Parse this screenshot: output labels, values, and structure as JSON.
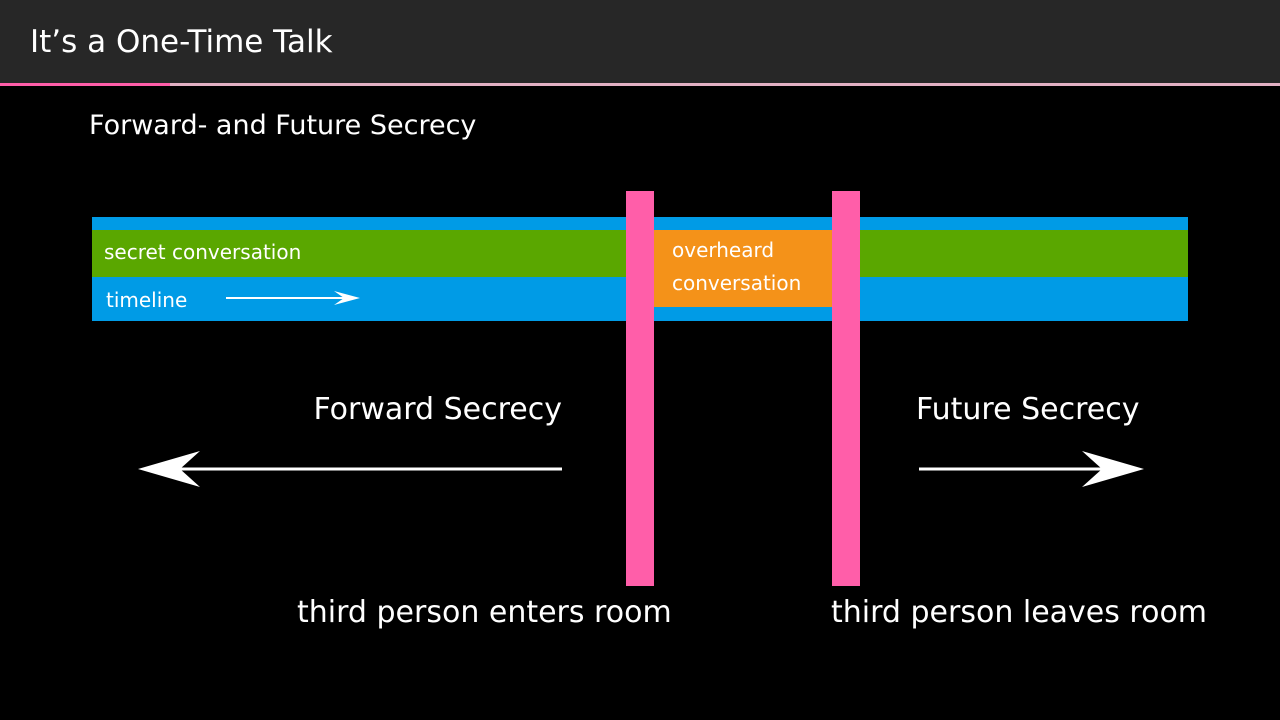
{
  "header": {
    "title": "It’s a One-Time Talk",
    "progress": 0.133
  },
  "subtitle": "Forward- and Future Secrecy",
  "diagram": {
    "secret_label": "secret conversation",
    "timeline_label": "timeline",
    "overheard_line1": "overheard",
    "overheard_line2": "conversation",
    "forward_label": "Forward Secrecy",
    "future_label": "Future Secrecy",
    "enter_label": "third person enters room",
    "leave_label": "third person leaves room"
  },
  "colors": {
    "timeline": "#009be6",
    "secret": "#5aa700",
    "overheard": "#f49219",
    "marker": "#ff5ea9",
    "header_bg": "#272727",
    "progress_track": "#e3b1c4"
  }
}
